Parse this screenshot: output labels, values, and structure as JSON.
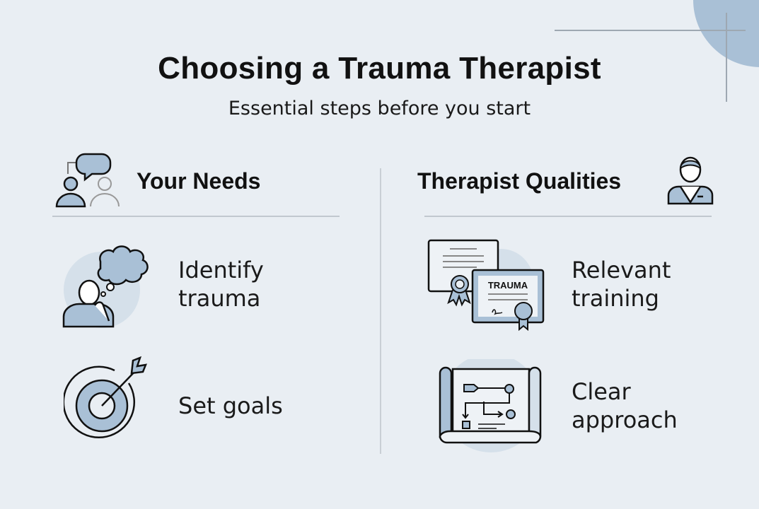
{
  "header": {
    "title": "Choosing a Trauma Therapist",
    "subtitle": "Essential steps before you start"
  },
  "sections": [
    {
      "heading": "Your Needs",
      "heading_icon": "people-conversation-icon",
      "items": [
        {
          "label_line1": "Identify",
          "label_line2": "trauma",
          "icon": "thinking-person-icon"
        },
        {
          "label_line1": "Set goals",
          "label_line2": "",
          "icon": "target-arrow-icon"
        }
      ]
    },
    {
      "heading": "Therapist Qualities",
      "heading_icon": "therapist-avatar-icon",
      "items": [
        {
          "label_line1": "Relevant",
          "label_line2": "training",
          "icon": "certificates-icon",
          "certificate_text": "TRAUMA"
        },
        {
          "label_line1": "Clear",
          "label_line2": "approach",
          "icon": "roadmap-scroll-icon"
        }
      ]
    }
  ],
  "colors": {
    "background": "#e9eef3",
    "accent": "#a9c0d6",
    "accent_light": "#d5e0ea",
    "text": "#111111",
    "rule": "#c1c8cf"
  }
}
